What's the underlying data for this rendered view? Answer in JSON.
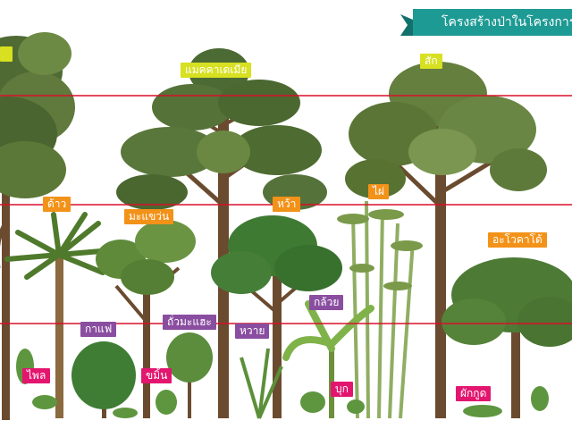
{
  "title": "โครงสร้างป่าในโครงการ",
  "colors": {
    "banner": "#1e9a94",
    "stratum_line": "#d8102a",
    "label_emergent": "#d7e021",
    "label_canopy": "#f29219",
    "label_understory": "#8a4ea0",
    "label_ground": "#e3166f"
  },
  "labels": {
    "emergent": {
      "makadamia": "แมคคาเดเมีย",
      "sak": "สัก"
    },
    "canopy": {
      "dao": "ด้าว",
      "mabaewan": "มะแขว่น",
      "wa": "หว้า",
      "phai": "ไผ่",
      "avocado": "อะโวคาโด้"
    },
    "understory": {
      "kafae": "กาแฟ",
      "tuamahae": "ถั่วมะแฮะ",
      "wai": "หวาย",
      "kluai": "กล้วย"
    },
    "ground": {
      "phlai": "ไพล",
      "khamin": "ขมิ้น",
      "buk": "บุก",
      "phakkut": "ผักกูด"
    }
  }
}
